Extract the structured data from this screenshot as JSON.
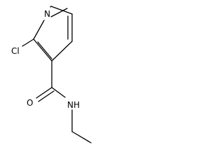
{
  "molecule": {
    "atoms": {
      "ring_nitrogen": "N",
      "chlorine": "Cl",
      "carbonyl_oxygen": "O",
      "amide_nitrogen": "N",
      "amide_hydrogen": "H"
    }
  }
}
